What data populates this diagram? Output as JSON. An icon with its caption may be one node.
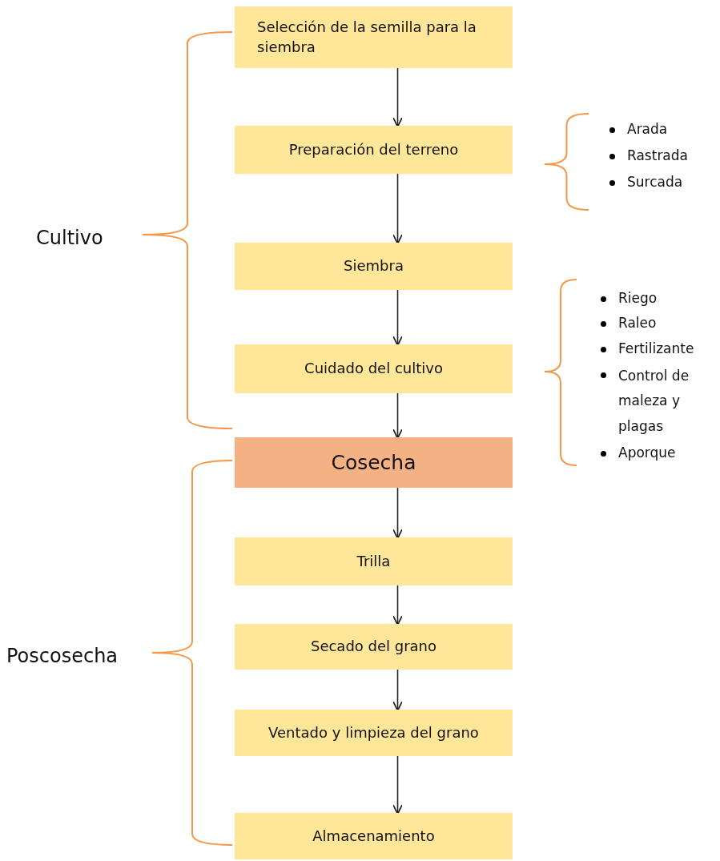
{
  "diagram": {
    "nodes": [
      {
        "text": [
          "Selección de la semilla para la siembra"
        ]
      },
      {
        "text": [
          "Preparación del terreno"
        ]
      },
      {
        "text": [
          "Siembra"
        ]
      },
      {
        "text": [
          "Cuidado del cultivo"
        ]
      },
      {
        "text": [
          "Cosecha"
        ]
      },
      {
        "text": [
          "Trilla"
        ]
      },
      {
        "text": [
          "Secado del grano"
        ]
      },
      {
        "text": [
          "Ventado y limpieza del grano"
        ]
      },
      {
        "text": [
          "Almacenamiento"
        ]
      }
    ],
    "edges": [
      {
        "from": 0,
        "to": 1,
        "arrow": "to"
      },
      {
        "from": 1,
        "to": 2,
        "arrow": "to"
      },
      {
        "from": 2,
        "to": 3,
        "arrow": "to"
      },
      {
        "from": 3,
        "to": 4,
        "arrow": "to"
      },
      {
        "from": 4,
        "to": 5,
        "arrow": "to"
      },
      {
        "from": 5,
        "to": 6,
        "arrow": "to"
      },
      {
        "from": 6,
        "to": 7,
        "arrow": "to"
      },
      {
        "from": 7,
        "to": 8,
        "arrow": "to"
      }
    ],
    "labels": [
      "Arada",
      "Rastrada",
      "Surcada",
      "Cultivo",
      "Riego",
      "Raleo",
      "Fertilizante",
      "Control de maleza y plagas",
      "Aporque",
      "Poscosecha"
    ]
  }
}
